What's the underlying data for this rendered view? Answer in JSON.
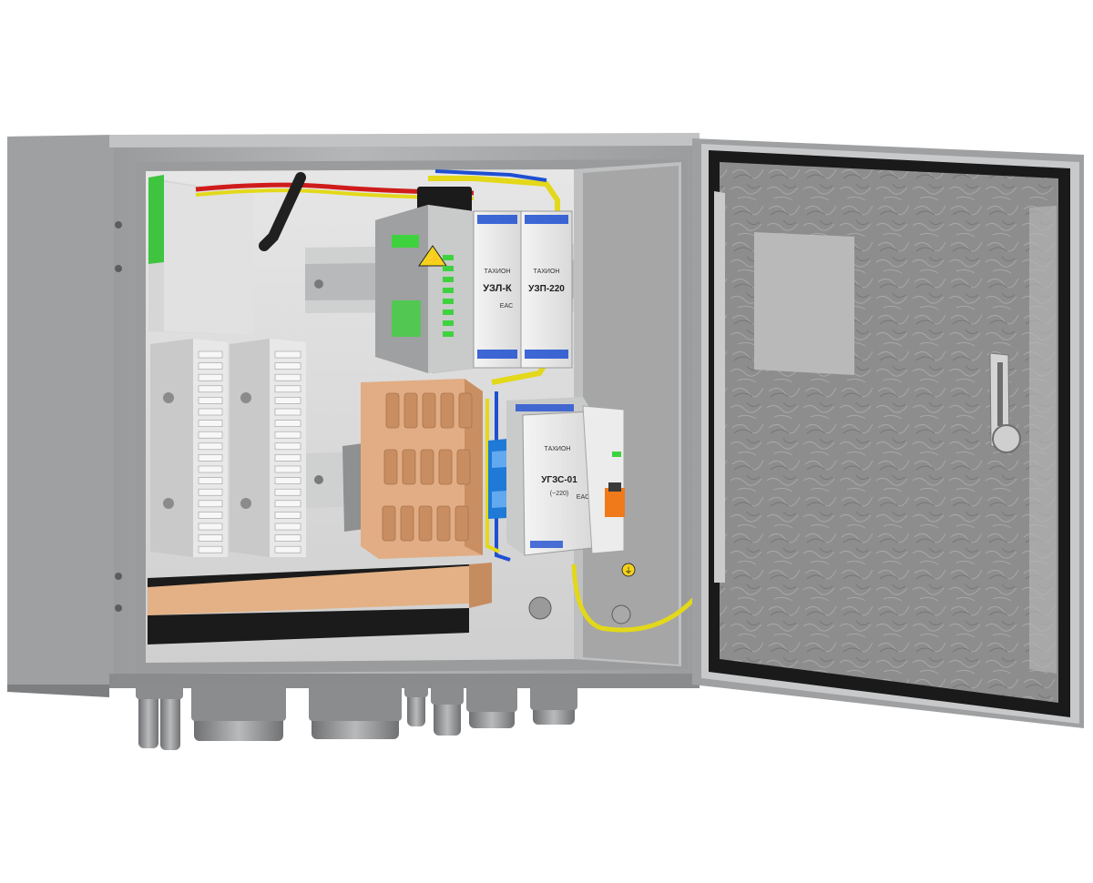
{
  "modules": {
    "uzl": {
      "brand": "ТАХИОН",
      "model": "УЗЛ-К"
    },
    "uzp": {
      "brand": "ТАХИОН",
      "model": "УЗП-220"
    },
    "ugzs": {
      "brand": "ТАХИОН",
      "model": "УГЗС-01",
      "sub": "(~220)"
    }
  },
  "icons": [
    "ground-icon",
    "high-voltage-warning-icon",
    "ce-mark-icon"
  ],
  "colors": {
    "enclosure": "#a9aaaa",
    "enclosure_dark": "#7d7e7f",
    "door_panel": "#8f8f8f",
    "door_seal": "#1a1a1a",
    "terminal_copper": "#e8b48a",
    "wire_red": "#d01b1b",
    "wire_yellow": "#e3d81a",
    "wire_blue": "#1f4fd1",
    "led_green": "#3fd23f",
    "accent_orange": "#f07a1a"
  }
}
